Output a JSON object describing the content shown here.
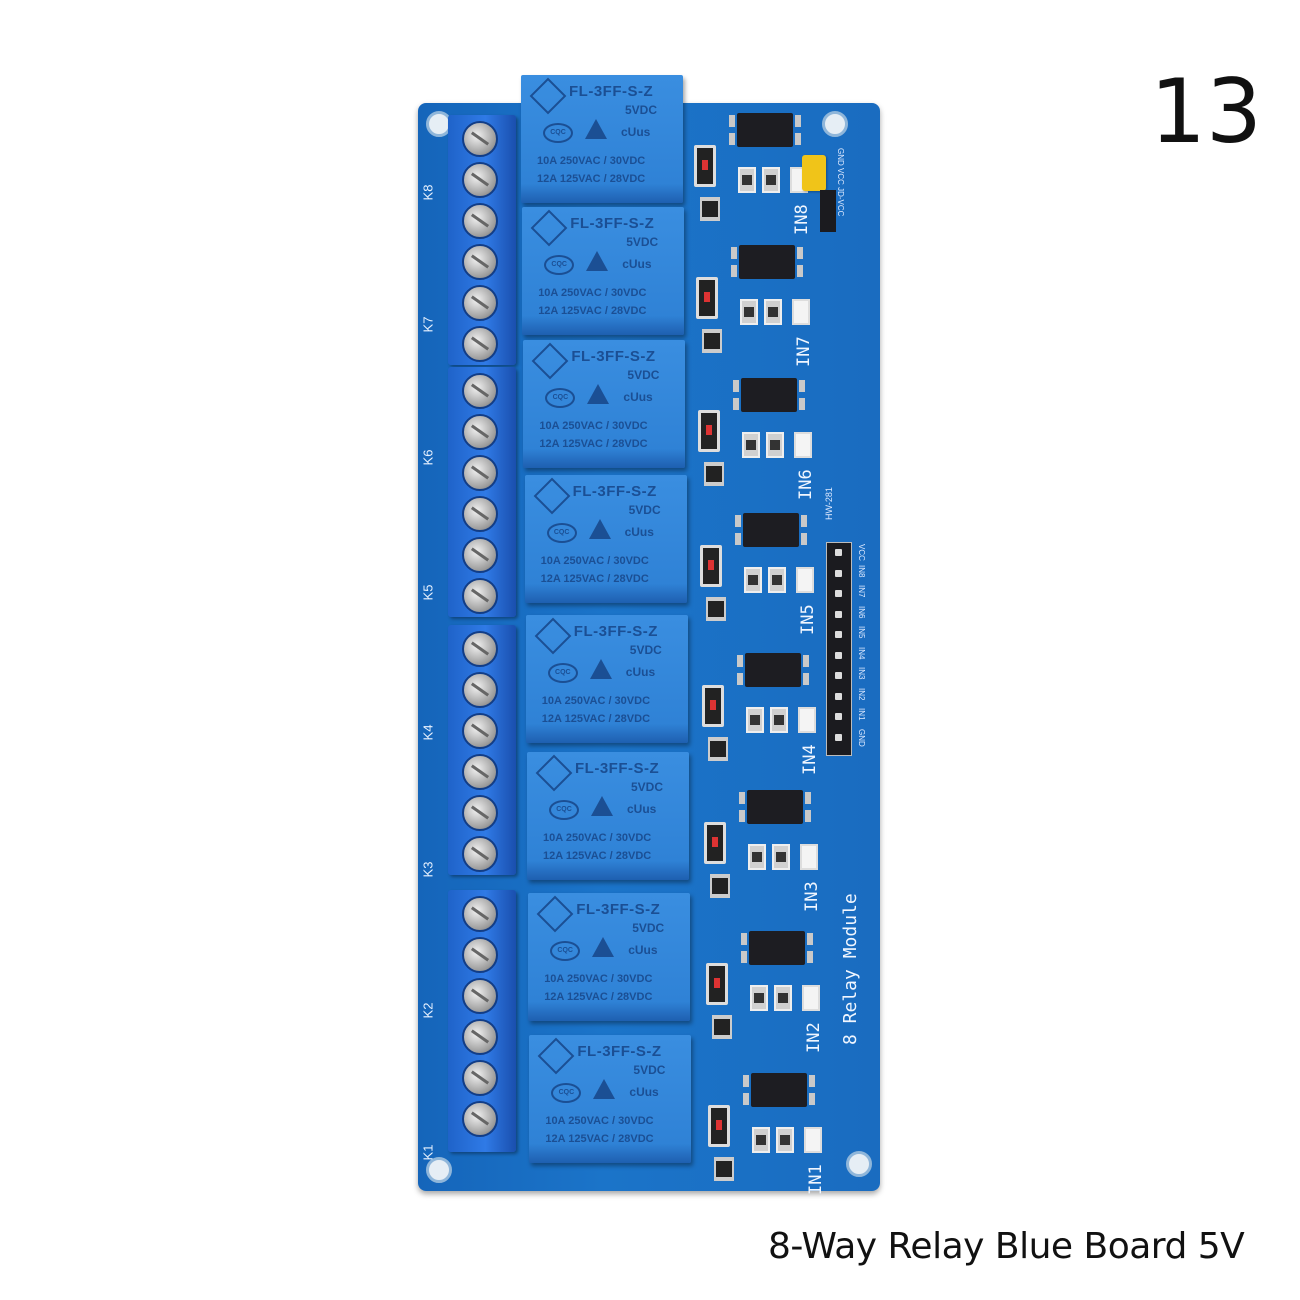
{
  "badge": "13",
  "caption": "8-Way Relay Blue Board 5V",
  "board": {
    "color": "#1a6fc4",
    "model": "HW-281",
    "module_label": "8 Relay Module",
    "jumper_label": "GND VCC JD-VCC",
    "relay": {
      "model": "FL-3FF-S-Z",
      "coil": "5VDC",
      "cert_cqc": "CQC",
      "cert_ul": "cUus",
      "rating_1": "10A 250VAC / 30VDC",
      "rating_2": "12A 125VAC / 28VDC"
    },
    "channels": [
      "K8",
      "K7",
      "K6",
      "K5",
      "K4",
      "K3",
      "K2",
      "K1"
    ],
    "inputs": [
      "IN8",
      "IN7",
      "IN6",
      "IN5",
      "IN4",
      "IN3",
      "IN2",
      "IN1"
    ],
    "header_pins": [
      "VCC",
      "IN8",
      "IN7",
      "IN6",
      "IN5",
      "IN4",
      "IN3",
      "IN2",
      "IN1",
      "GND"
    ]
  }
}
